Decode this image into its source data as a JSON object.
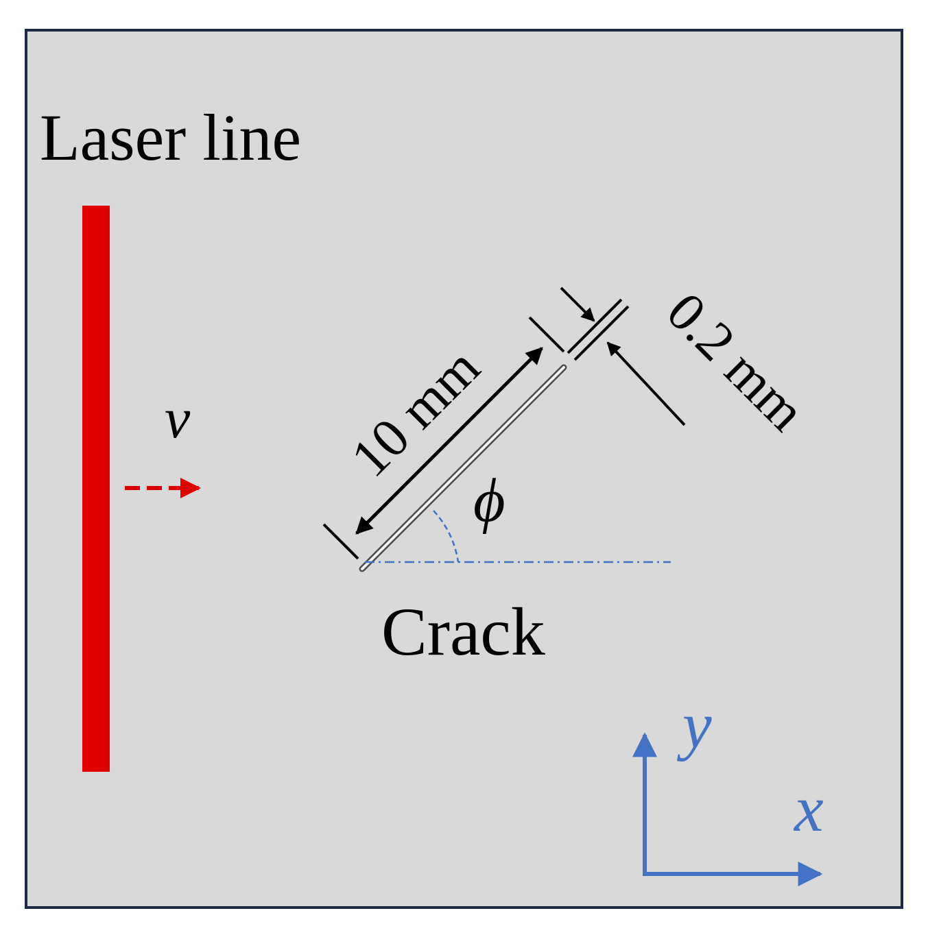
{
  "labels": {
    "laser_line": "Laser line",
    "velocity": "v",
    "crack_length": "10 mm",
    "crack_width": "0.2 mm",
    "angle": "ϕ",
    "crack": "Crack",
    "axis_x": "x",
    "axis_y": "y"
  },
  "colors": {
    "background": "#d9d9d9",
    "border": "#1f2a44",
    "laser": "#e00000",
    "axis": "#4472c4",
    "text": "#000000"
  }
}
